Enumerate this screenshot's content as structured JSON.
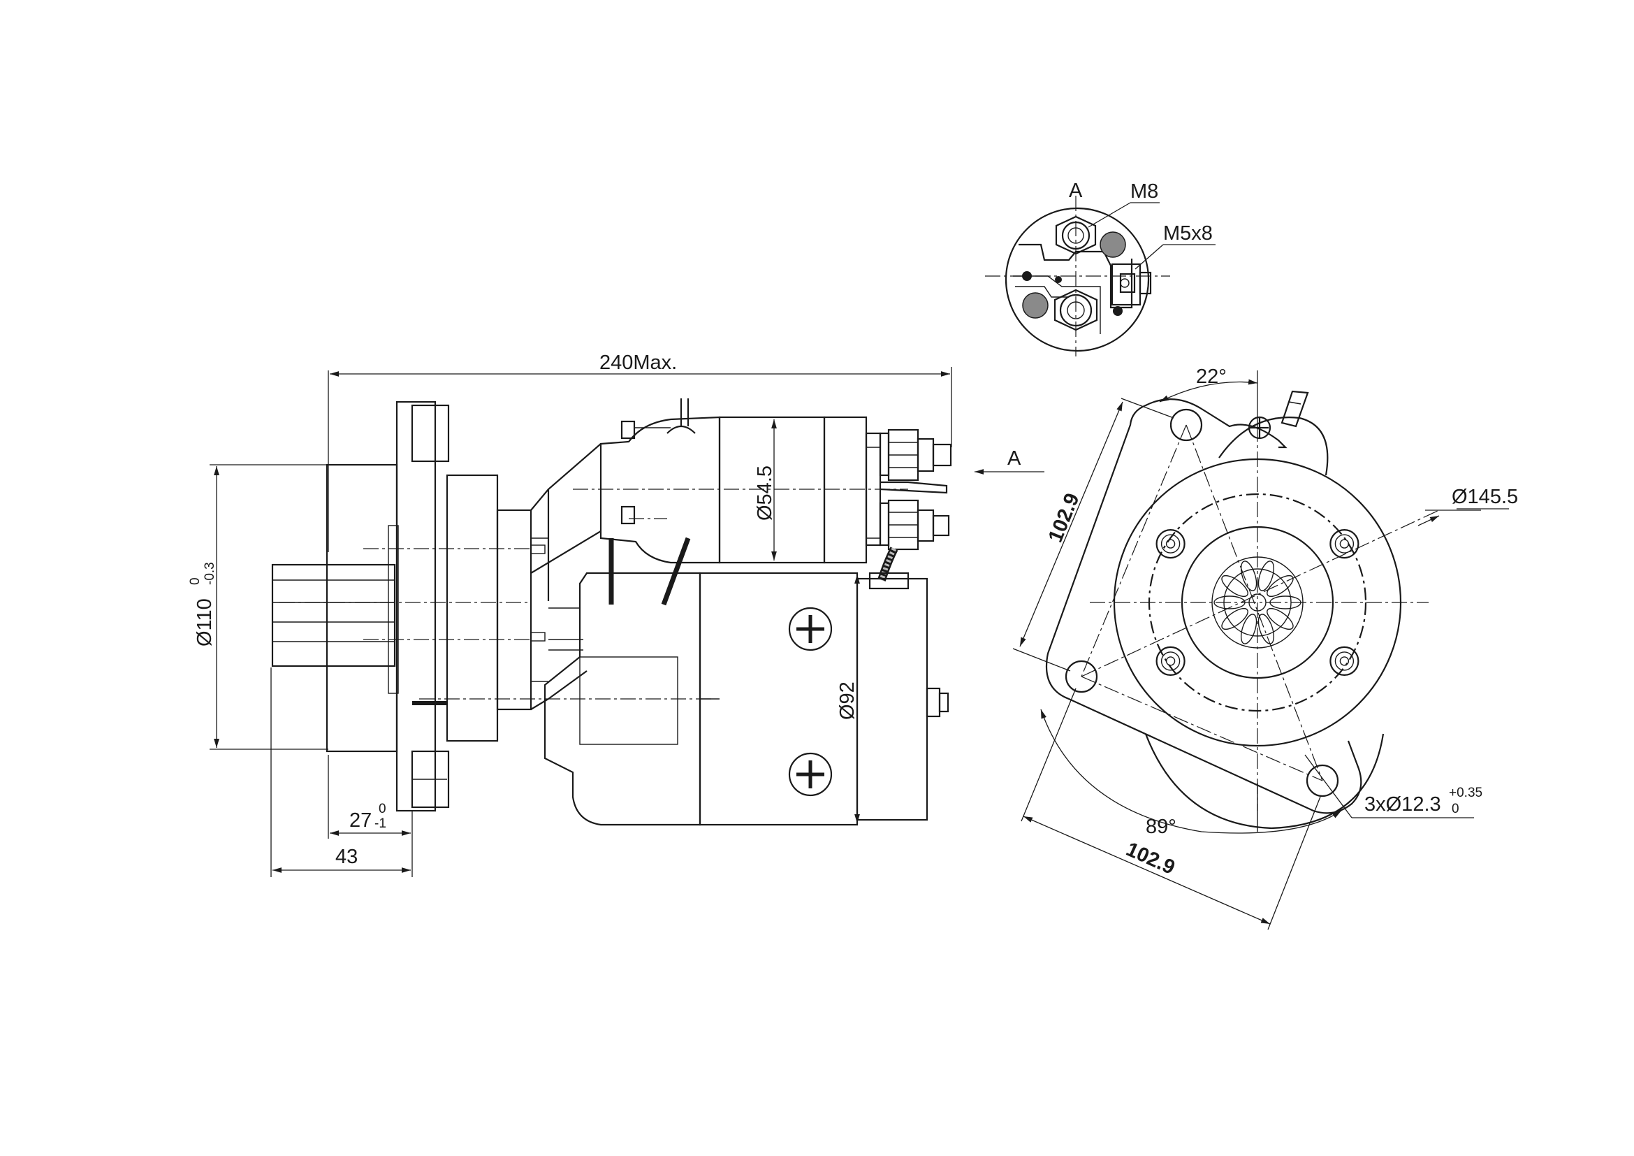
{
  "dimensions": {
    "overall_length": "240Max.",
    "view_label": "A",
    "solenoid_diameter": "Ø54.5",
    "motor_diameter": "Ø92",
    "flange_diameter": "Ø110",
    "flange_tol_upper": "0",
    "flange_tol_lower": "-0.3",
    "pilot_length": "27",
    "pilot_tol_upper": "0",
    "pilot_tol_lower": "-1",
    "shaft_length": "43",
    "terminal_m8": "M8",
    "terminal_m5": "M5x8",
    "view_a_title": "A",
    "bolt_circle_angle": "22°",
    "bolt_spacing_left": "102.9",
    "bolt_spacing_bottom": "102.9",
    "pcd_diameter": "Ø145.5",
    "bolt_angle": "89°",
    "mount_holes": "3xØ12.3",
    "holes_tol_upper": "+0.35",
    "holes_tol_lower": "0"
  }
}
